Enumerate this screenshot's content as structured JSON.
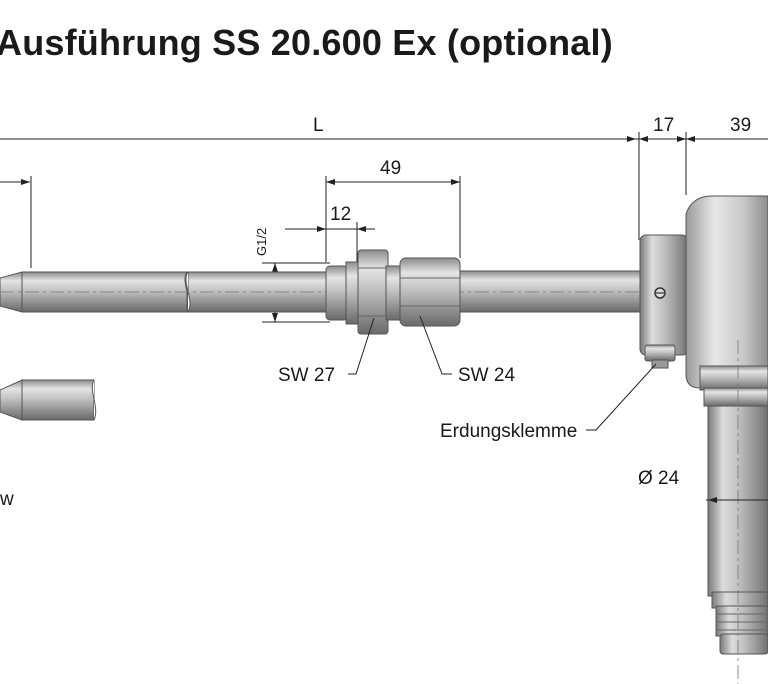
{
  "title": "Ausführung SS 20.600 Ex (optional)",
  "dimensions": {
    "length": "L",
    "d17": "17",
    "d39": "39",
    "d49": "49",
    "d12": "12",
    "thread": "G1/2",
    "diameter": "Ø 24"
  },
  "labels": {
    "sw27": "SW 27",
    "sw24": "SW 24",
    "ground_clamp": "Erdungsklemme",
    "fragment_w": "w"
  }
}
